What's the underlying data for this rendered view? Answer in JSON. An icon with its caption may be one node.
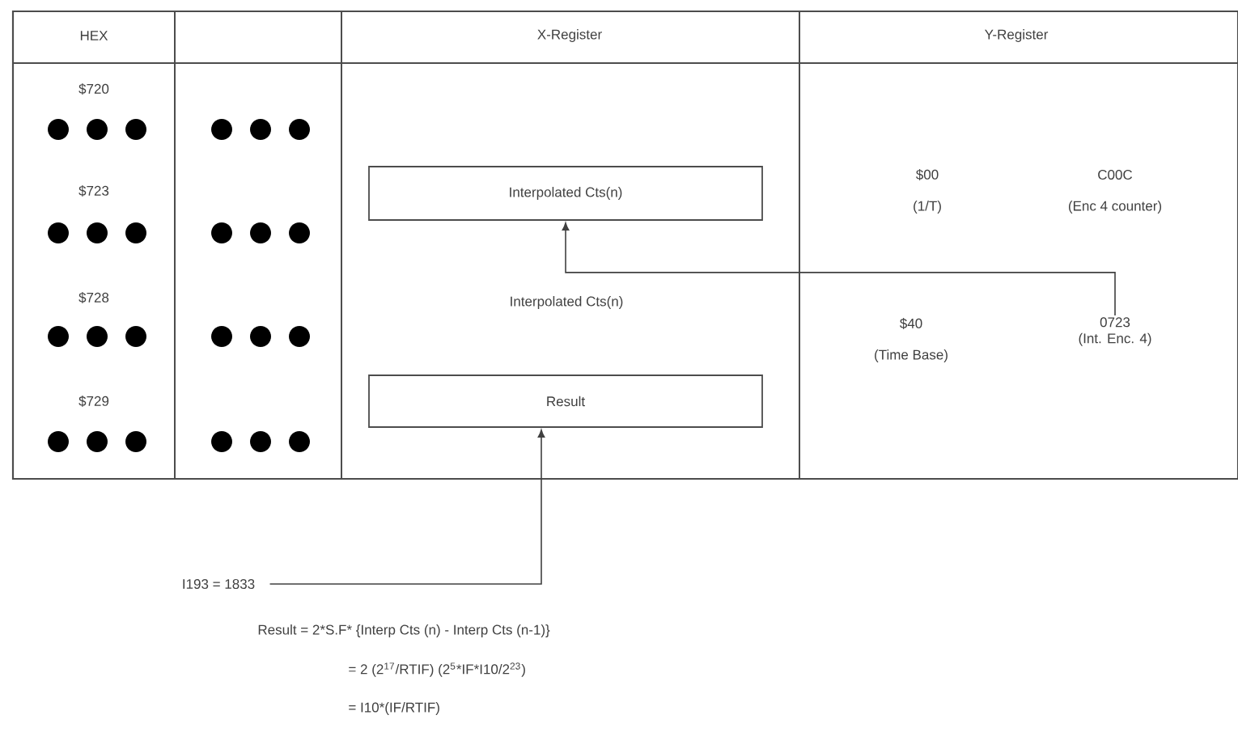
{
  "diagram": {
    "nodes": [
      {
        "text": [
          "Interpolated Cts(n)"
        ]
      },
      {
        "text": [
          "0723",
          "(Int. Enc. 4)"
        ]
      },
      {
        "text": [
          "Result"
        ]
      },
      {
        "text": [
          "I193 = 1833"
        ]
      }
    ],
    "edges": [
      {
        "from": 1,
        "to": 0,
        "arrow": "to"
      },
      {
        "from": 3,
        "to": 2,
        "arrow": "to"
      }
    ],
    "labels": [
      "HEX",
      "X-Register",
      "Y-Register",
      "$720",
      "$723",
      "$00",
      "(1/T)",
      "C00C",
      "(Enc 4 counter)",
      "$728",
      "Interpolated Cts(n)",
      "$40",
      "(Time Base)",
      "$729",
      "Result = 2*S.F* {Interp Cts (n) - Interp Cts (n-1)}",
      "= 2 (2$^{17}$/RTIF) (2$^{5}$*IF*I10/2$^{23}$)",
      "= I10*(IF/RTIF)"
    ]
  }
}
